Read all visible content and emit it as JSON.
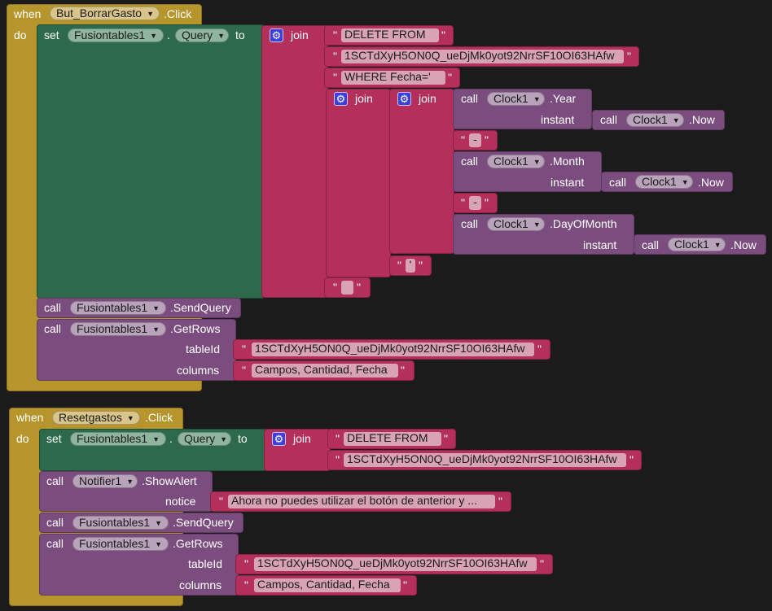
{
  "kw": {
    "when": "when",
    "do": "do",
    "set": "set",
    "to": "to",
    "call": "call",
    "join": "join",
    "click": ".Click",
    "dot": ".",
    "quote": "\"",
    "gear": "⚙",
    "arrow": "▼"
  },
  "event1": {
    "component": "But_BorrarGasto",
    "set_component": "Fusiontables1",
    "set_property": "Query",
    "str_delete": "DELETE FROM",
    "str_table": "1SCTdXyH5ON0Q_ueDjMk0yot92NrrSF10OI63HAfw",
    "str_where": "WHERE Fecha='",
    "str_dash": "-",
    "str_dash2": "-",
    "str_empty": " ",
    "str_quote_end": "'",
    "clock": "Clock1",
    "year": ".Year",
    "month": ".Month",
    "dayofmonth": ".DayOfMonth",
    "instant": "instant",
    "now": ".Now",
    "sendquery_component": "Fusiontables1",
    "sendquery": ".SendQuery",
    "getrows_component": "Fusiontables1",
    "getrows": ".GetRows",
    "tableid_label": "tableId",
    "tableid_value": "1SCTdXyH5ON0Q_ueDjMk0yot92NrrSF10OI63HAfw",
    "columns_label": "columns",
    "columns_value": "Campos, Cantidad, Fecha"
  },
  "event2": {
    "component": "Resetgastos",
    "set_component": "Fusiontables1",
    "set_property": "Query",
    "str_delete": "DELETE FROM",
    "str_table": "1SCTdXyH5ON0Q_ueDjMk0yot92NrrSF10OI63HAfw",
    "notifier": "Notifier1",
    "showalert": ".ShowAlert",
    "notice_label": "notice",
    "notice_value": "Ahora no puedes utilizar el botón de anterior y ...",
    "sendquery_component": "Fusiontables1",
    "sendquery": ".SendQuery",
    "getrows_component": "Fusiontables1",
    "getrows": ".GetRows",
    "tableid_label": "tableId",
    "tableid_value": "1SCTdXyH5ON0Q_ueDjMk0yot92NrrSF10OI63HAfw",
    "columns_label": "columns",
    "columns_value": "Campos, Cantidad, Fecha"
  }
}
